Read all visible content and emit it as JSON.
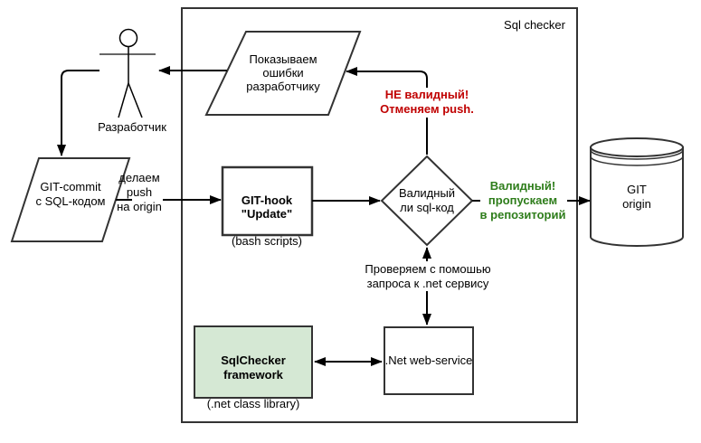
{
  "diagram": {
    "frame_title": "Sql checker",
    "actor_label": "Разработчик",
    "nodes": {
      "show_errors": "Показываем\nошибки\nразработчику",
      "git_commit": "GIT-commit\nс  SQL-кодом",
      "git_hook_title": "GIT-hook\n\"Update\"",
      "git_hook_sub": "(bash scripts)",
      "decision": "Валидный\nли sql-код",
      "git_origin": "GIT\norigin",
      "sqlchecker_title": "SqlChecker\nframework",
      "sqlchecker_sub": "(.net class library)",
      "web_service": ".Net web-service"
    },
    "edge_labels": {
      "push": "делаем\npush\nна origin",
      "invalid": "НЕ валидный!\nОтменяем push.",
      "valid": "Валидный!\nпропускаем\nв репозиторий",
      "check": "Проверяем с помошью\nзапроса к .net сервису"
    },
    "colors": {
      "invalid_text": "#c00000",
      "valid_text": "#2e7d1b",
      "sqlchecker_fill": "#d5e8d4",
      "shape_border": "#333333",
      "arrow": "#000000"
    }
  }
}
